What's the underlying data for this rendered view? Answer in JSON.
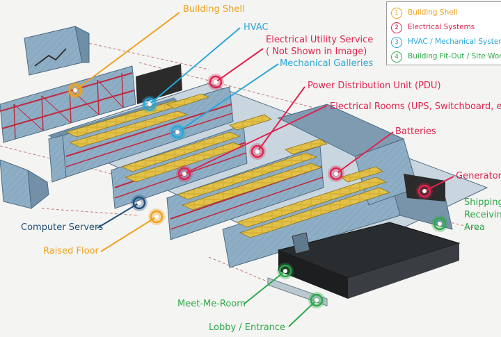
{
  "legend": {
    "items": [
      {
        "num": "1",
        "label": "Building Shell",
        "color": "#f0a21e"
      },
      {
        "num": "2",
        "label": "Electrical Systems",
        "color": "#e0234e"
      },
      {
        "num": "3",
        "label": "HVAC / Mechanical Systems",
        "color": "#2aa6d8"
      },
      {
        "num": "4",
        "label": "Building Fit-Out / Site Work",
        "color": "#2ea84a"
      }
    ]
  },
  "callouts": {
    "building_shell": "Building Shell",
    "hvac": "HVAC",
    "electrical_utility_line1": "Electrical Utility Service",
    "electrical_utility_line2": "( Not Shown in Image)",
    "mechanical_galleries": "Mechanical Galleries",
    "pdu": "Power Distribution Unit (PDU)",
    "electrical_rooms": "Electrical Rooms (UPS, Switchboard, etc.)",
    "batteries": "Batteries",
    "generators": "Generators",
    "shipping_line1": "Shipping /",
    "shipping_line2": "Receiving",
    "shipping_line3": "Area",
    "computer_servers": "Computer Servers",
    "raised_floor": "Raised Floor",
    "meet_me_room": "Meet-Me-Room",
    "lobby": "Lobby / Entrance"
  },
  "colors": {
    "orange": "#f0a21e",
    "red": "#e0234e",
    "blue": "#2aa6d8",
    "green": "#2ea84a",
    "navy": "#1f4e79",
    "wall": "#8fb0c8",
    "rack": "#d8b23a"
  }
}
